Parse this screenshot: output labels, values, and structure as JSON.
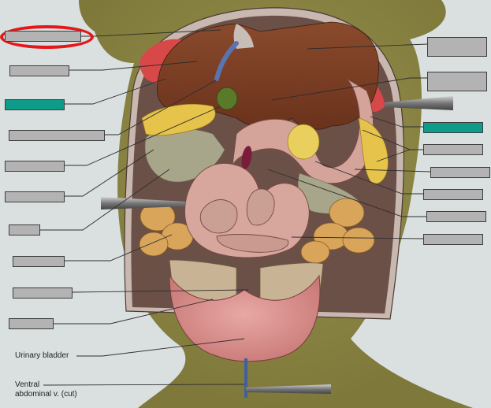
{
  "figure": {
    "subject": "Ventral view of abdominal cavity (dissection)",
    "colors": {
      "background": "#d9e0df",
      "skin": "#8f8a45",
      "liver": "#7a3b22",
      "lung": "#d94848",
      "gallbladder": "#5a7a2a",
      "vein": "#5a74b0",
      "fat": "#e6c34a",
      "pancreas_mesentery": "#a7a58a",
      "intestine": "#d4a39a",
      "colon": "#d9a55a",
      "bladder": "#d89090",
      "spleen": "#7a1c3a",
      "label_gray": "#b3b3b3",
      "label_teal": "#0f9b8a",
      "highlight_red": "#e5171b"
    }
  },
  "labels": {
    "left": [
      {
        "id": "L1",
        "text": "",
        "fill": "gray",
        "highlighted": true
      },
      {
        "id": "L2",
        "text": "",
        "fill": "gray"
      },
      {
        "id": "L3",
        "text": "",
        "fill": "teal"
      },
      {
        "id": "L4",
        "text": "",
        "fill": "gray"
      },
      {
        "id": "L5",
        "text": "",
        "fill": "gray"
      },
      {
        "id": "L6",
        "text": "",
        "fill": "gray"
      },
      {
        "id": "L7",
        "text": "",
        "fill": "gray"
      },
      {
        "id": "L8",
        "text": "",
        "fill": "gray"
      },
      {
        "id": "L9",
        "text": "",
        "fill": "gray"
      },
      {
        "id": "L10",
        "text": "",
        "fill": "gray"
      }
    ],
    "right": [
      {
        "id": "R1",
        "text": "",
        "fill": "gray"
      },
      {
        "id": "R2",
        "text": "",
        "fill": "gray"
      },
      {
        "id": "R3",
        "text": "",
        "fill": "teal"
      },
      {
        "id": "R4",
        "text": "",
        "fill": "gray"
      },
      {
        "id": "R5",
        "text": "",
        "fill": "gray"
      },
      {
        "id": "R6",
        "text": "",
        "fill": "gray"
      },
      {
        "id": "R7",
        "text": "",
        "fill": "gray"
      },
      {
        "id": "R8",
        "text": "",
        "fill": "gray"
      }
    ],
    "visible_text": {
      "urinary_bladder": "Urinary bladder",
      "ventral_abdominal_v_line1": "Ventral",
      "ventral_abdominal_v_line2": "abdominal v. (cut)"
    }
  }
}
